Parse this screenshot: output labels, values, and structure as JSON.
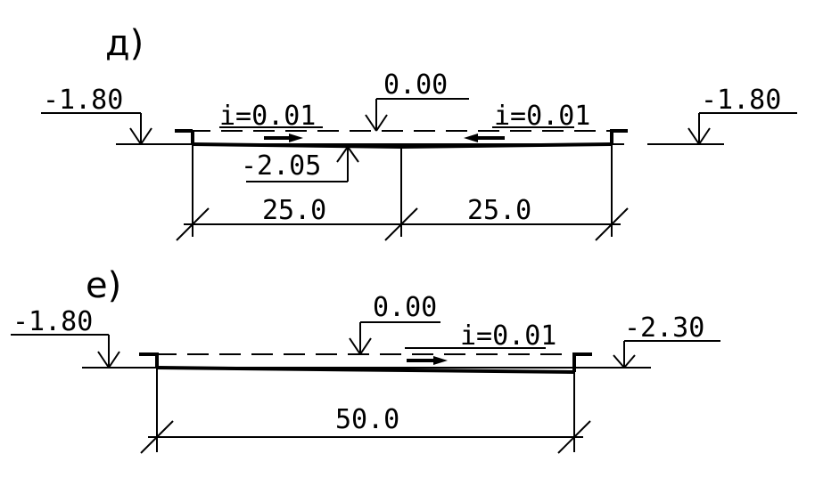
{
  "diagram_d": {
    "caption": "д)",
    "left_level": "-1.80",
    "right_level": "-1.80",
    "crest_level": "0.00",
    "bottom_level": "-2.05",
    "left_slope": "i=0.01",
    "right_slope": "i=0.01",
    "left_width": "25.0",
    "right_width": "25.0"
  },
  "diagram_e": {
    "caption": "е)",
    "left_level": "-1.80",
    "right_level": "-2.30",
    "crest_level": "0.00",
    "slope": "i=0.01",
    "width": "50.0"
  }
}
